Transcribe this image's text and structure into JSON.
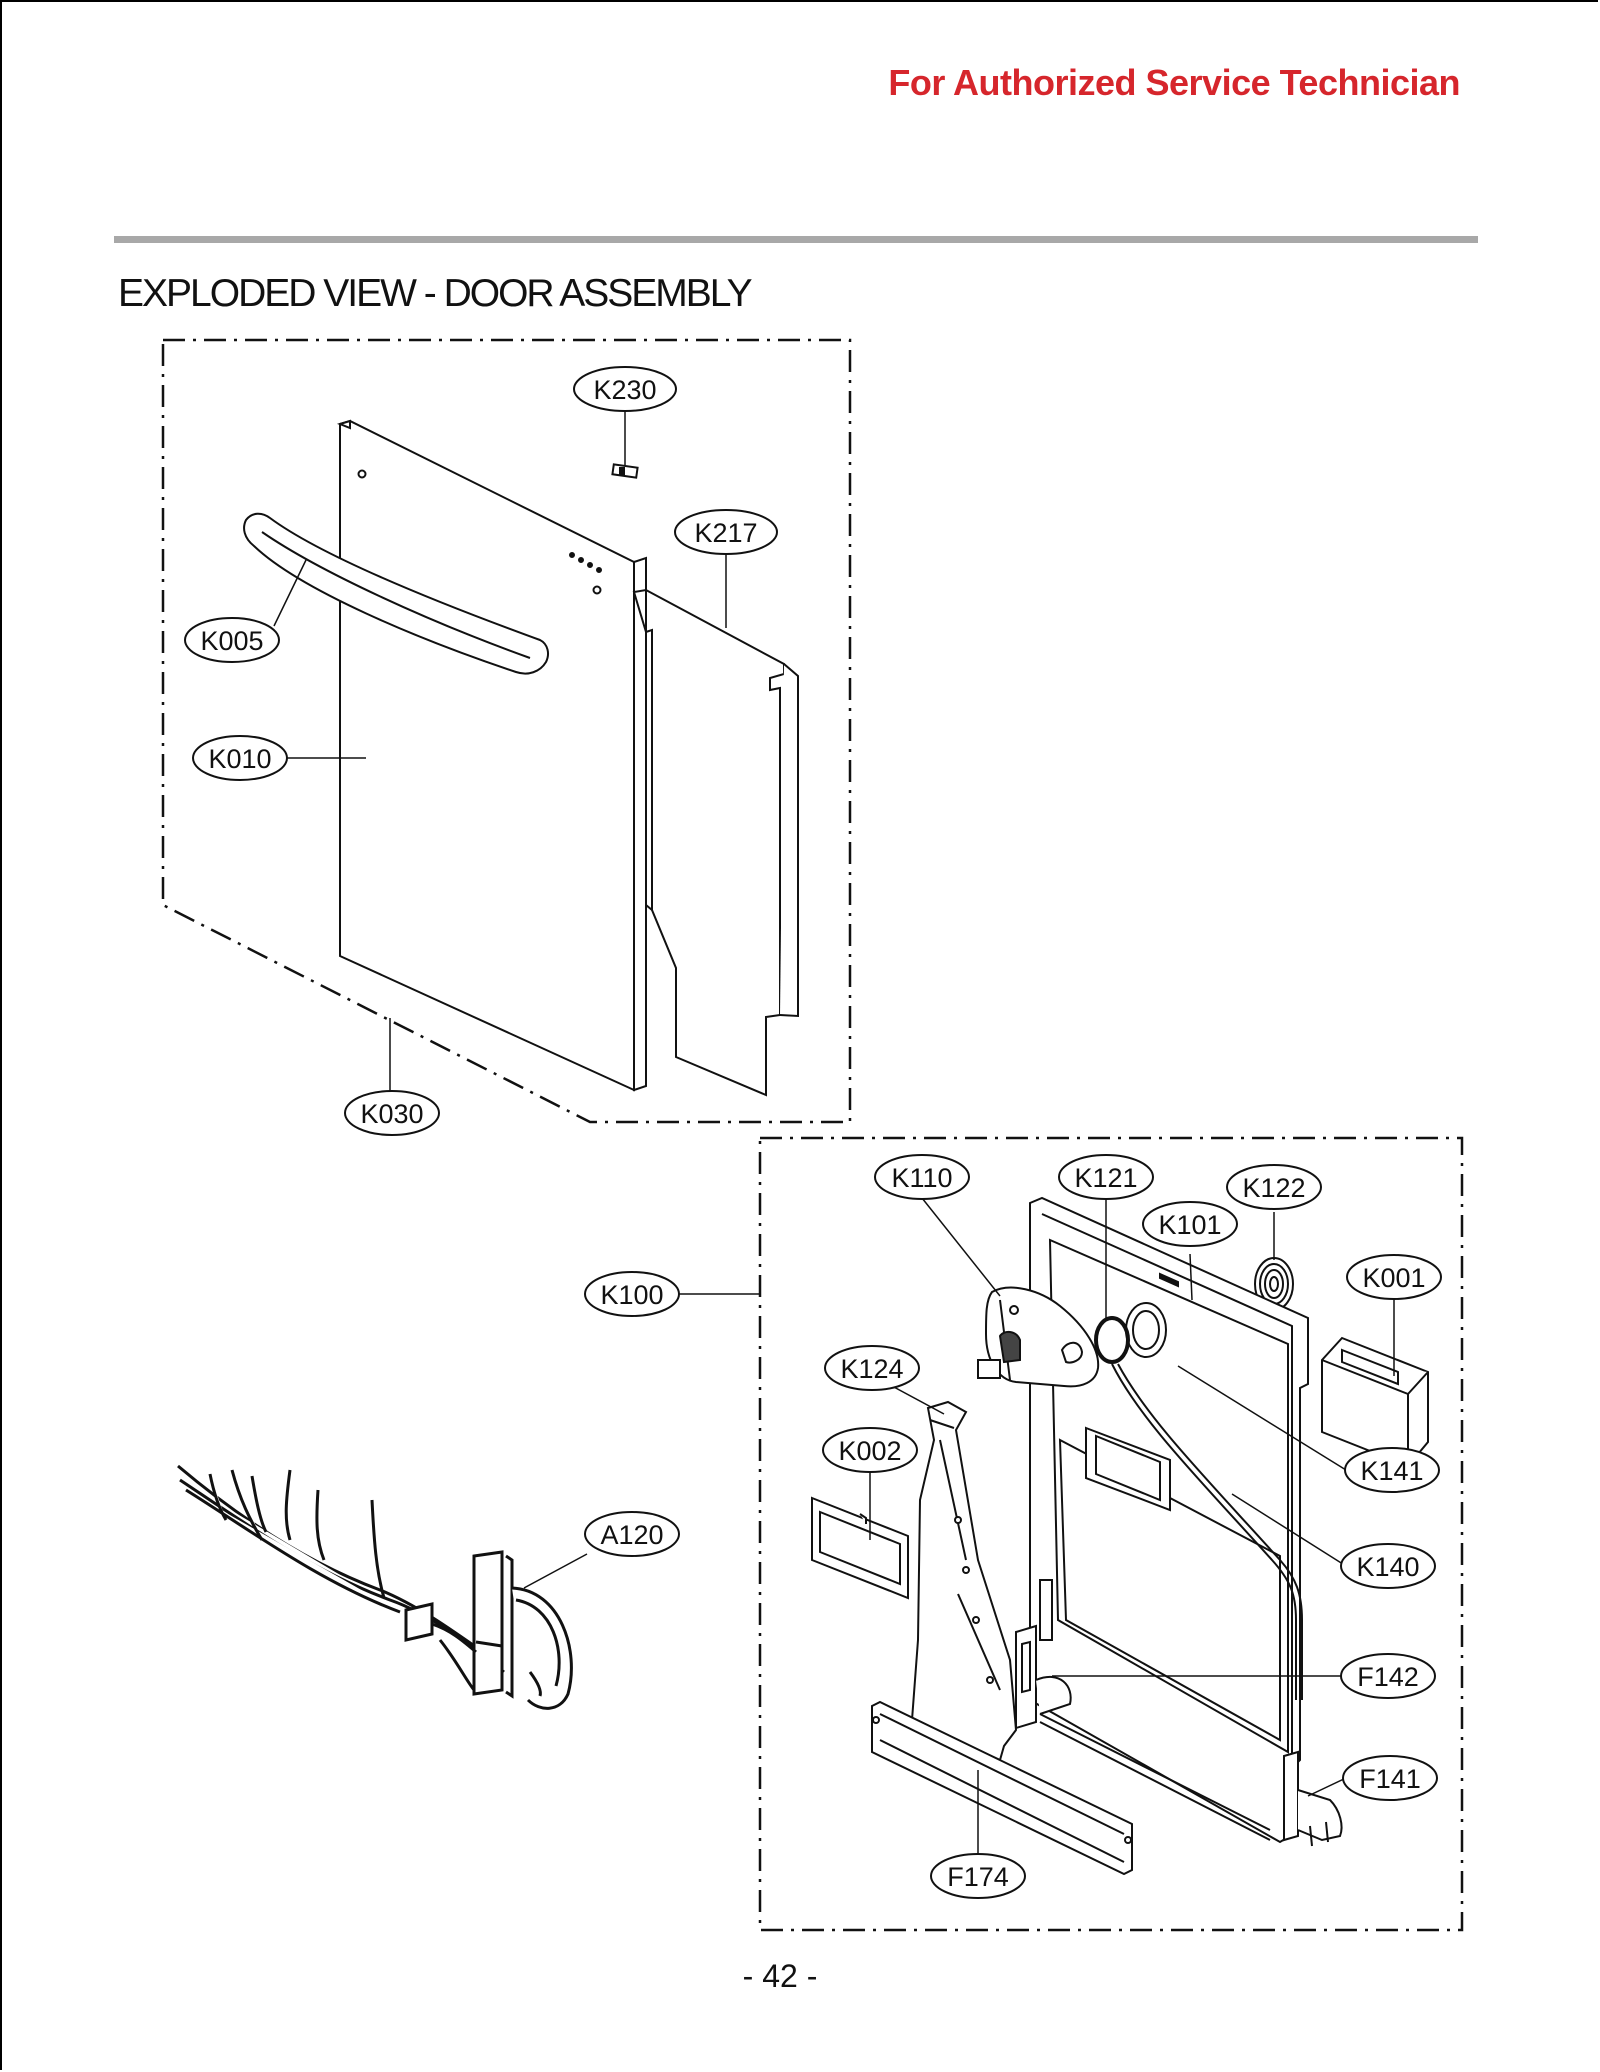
{
  "header": {
    "note": "For Authorized Service Technician",
    "note_color": "#d6262c"
  },
  "title": "EXPLODED VIEW - DOOR ASSEMBLY",
  "page_number": "- 42 -",
  "callouts": {
    "k230": "K230",
    "k217": "K217",
    "k005": "K005",
    "k010": "K010",
    "k030": "K030",
    "k100": "K100",
    "k110": "K110",
    "k121": "K121",
    "k122": "K122",
    "k101": "K101",
    "k001": "K001",
    "k124": "K124",
    "k002": "K002",
    "a120": "A120",
    "k141": "K141",
    "k140": "K140",
    "f142": "F142",
    "f141": "F141",
    "f174": "F174"
  }
}
